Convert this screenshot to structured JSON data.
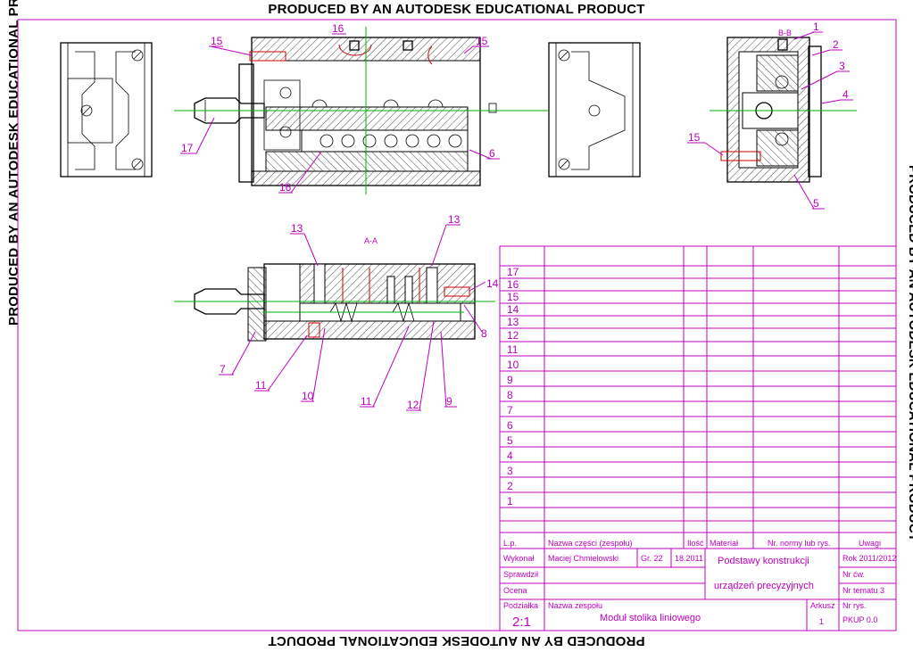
{
  "watermark": "PRODUCED BY AN AUTODESK EDUCATIONAL PRODUCT",
  "labels": {
    "view1": [
      "15",
      "16",
      "15",
      "17",
      "16",
      "6"
    ],
    "view2": [
      "1",
      "2",
      "3",
      "4",
      "15",
      "5"
    ],
    "section": [
      "13",
      "13",
      "14",
      "8",
      "7",
      "11",
      "10",
      "11",
      "12",
      "9"
    ],
    "section_mark": "A-A",
    "section_mark2": "B-B"
  },
  "parts_list": {
    "rows": [
      "17",
      "16",
      "15",
      "14",
      "13",
      "12",
      "11",
      "10",
      "9",
      "8",
      "7",
      "6",
      "5",
      "4",
      "3",
      "2",
      "1"
    ]
  },
  "title_block": {
    "h_lp": "L.p.",
    "h_name": "Nazwa części (zespołu)",
    "h_qty": "Ilość",
    "h_material": "Materiał",
    "h_norm": "Nr. normy lub rys.",
    "h_notes": "Uwagi",
    "drew_label": "Wykonał",
    "drew_name": "Maciej Chmielowski",
    "group": "Gr. 22",
    "date": "18.2011",
    "checked_label": "Sprawdził",
    "grade_label": "Ocena",
    "course_line1": "Podstawy konstrukcji",
    "course_line2": "urządzeń precyzyjnych",
    "year": "Rok 2011/2012",
    "exercise": "Nr ćw.",
    "topic": "Nr tematu 3",
    "scale_label": "Podziałka",
    "scale": "2:1",
    "drawing_name_label": "Nazwa zespołu",
    "drawing_name": "Moduł stolika liniowego",
    "sheet_label": "Arkusz",
    "sheet": "1",
    "drawing_no_label": "Nr rys.",
    "drawing_no": "PKUP 0.0"
  }
}
